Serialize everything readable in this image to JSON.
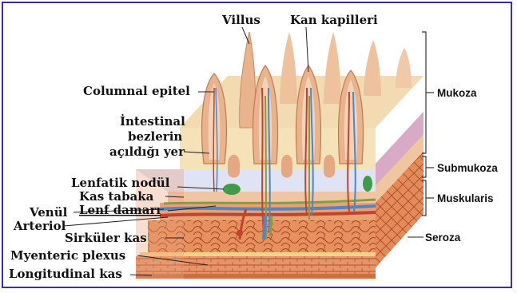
{
  "labels": {
    "villus": "Villus",
    "kan_kapilleri": "Kan kapilleri",
    "columnal_epitel": "Columnal epitel",
    "intestinal_line1": "İntestinal",
    "intestinal_line2": "bezlerin",
    "intestinal_line3": "açıldığı yer",
    "lenfatik_nodul": "Lenfatik nodül",
    "kas_tabaka": "Kas tabaka",
    "venul": "Venül",
    "lenf_damari": "Lenf damarı",
    "arteriol": "Arteriol",
    "sirkuler_kas": "Sirküler kas",
    "myenteric_plexus": "Myenteric plexus",
    "longitudinal_kas": "Longitudinal kas",
    "mukoza": "Mukoza",
    "submukoza": "Submukoza",
    "muskularis": "Muskularis",
    "seroza": "Seroza"
  },
  "colors": {
    "frame": "#3a2fa8",
    "villus_fill": "#e9b48d",
    "villus_core": "#f3d3b8",
    "mucosa_bg": "#f6e2b8",
    "submucosa": "#dfe3f4",
    "muscle": "#e0824f",
    "muscle_dark": "#a74a23",
    "artery": "#c2432d",
    "vein": "#4f86c6",
    "lymph": "#8b9a3e",
    "nodule": "#3f9a4a"
  }
}
